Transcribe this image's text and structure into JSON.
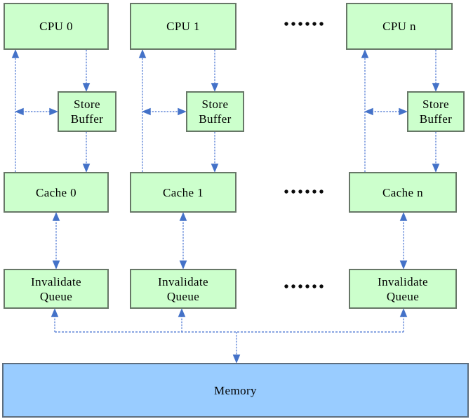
{
  "diagram": {
    "cpus": [
      {
        "label": "CPU 0"
      },
      {
        "label": "CPU 1"
      },
      {
        "label": "CPU n"
      }
    ],
    "store_buffers": [
      {
        "label": "Store Buffer"
      },
      {
        "label": "Store Buffer"
      },
      {
        "label": "Store Buffer"
      }
    ],
    "caches": [
      {
        "label": "Cache 0"
      },
      {
        "label": "Cache 1"
      },
      {
        "label": "Cache n"
      }
    ],
    "invalidate_queues": [
      {
        "label": "Invalidate Queue"
      },
      {
        "label": "Invalidate Queue"
      },
      {
        "label": "Invalidate Queue"
      }
    ],
    "memory": {
      "label": "Memory"
    },
    "ellipsis": "......"
  },
  "colors": {
    "box_fill": "#ccffcc",
    "memory_fill": "#99ccff",
    "box_border": "#677767",
    "line": "#6287d8",
    "arrowhead": "#4472c8",
    "dots": "#0a0a0a",
    "background": "#ffffff"
  }
}
